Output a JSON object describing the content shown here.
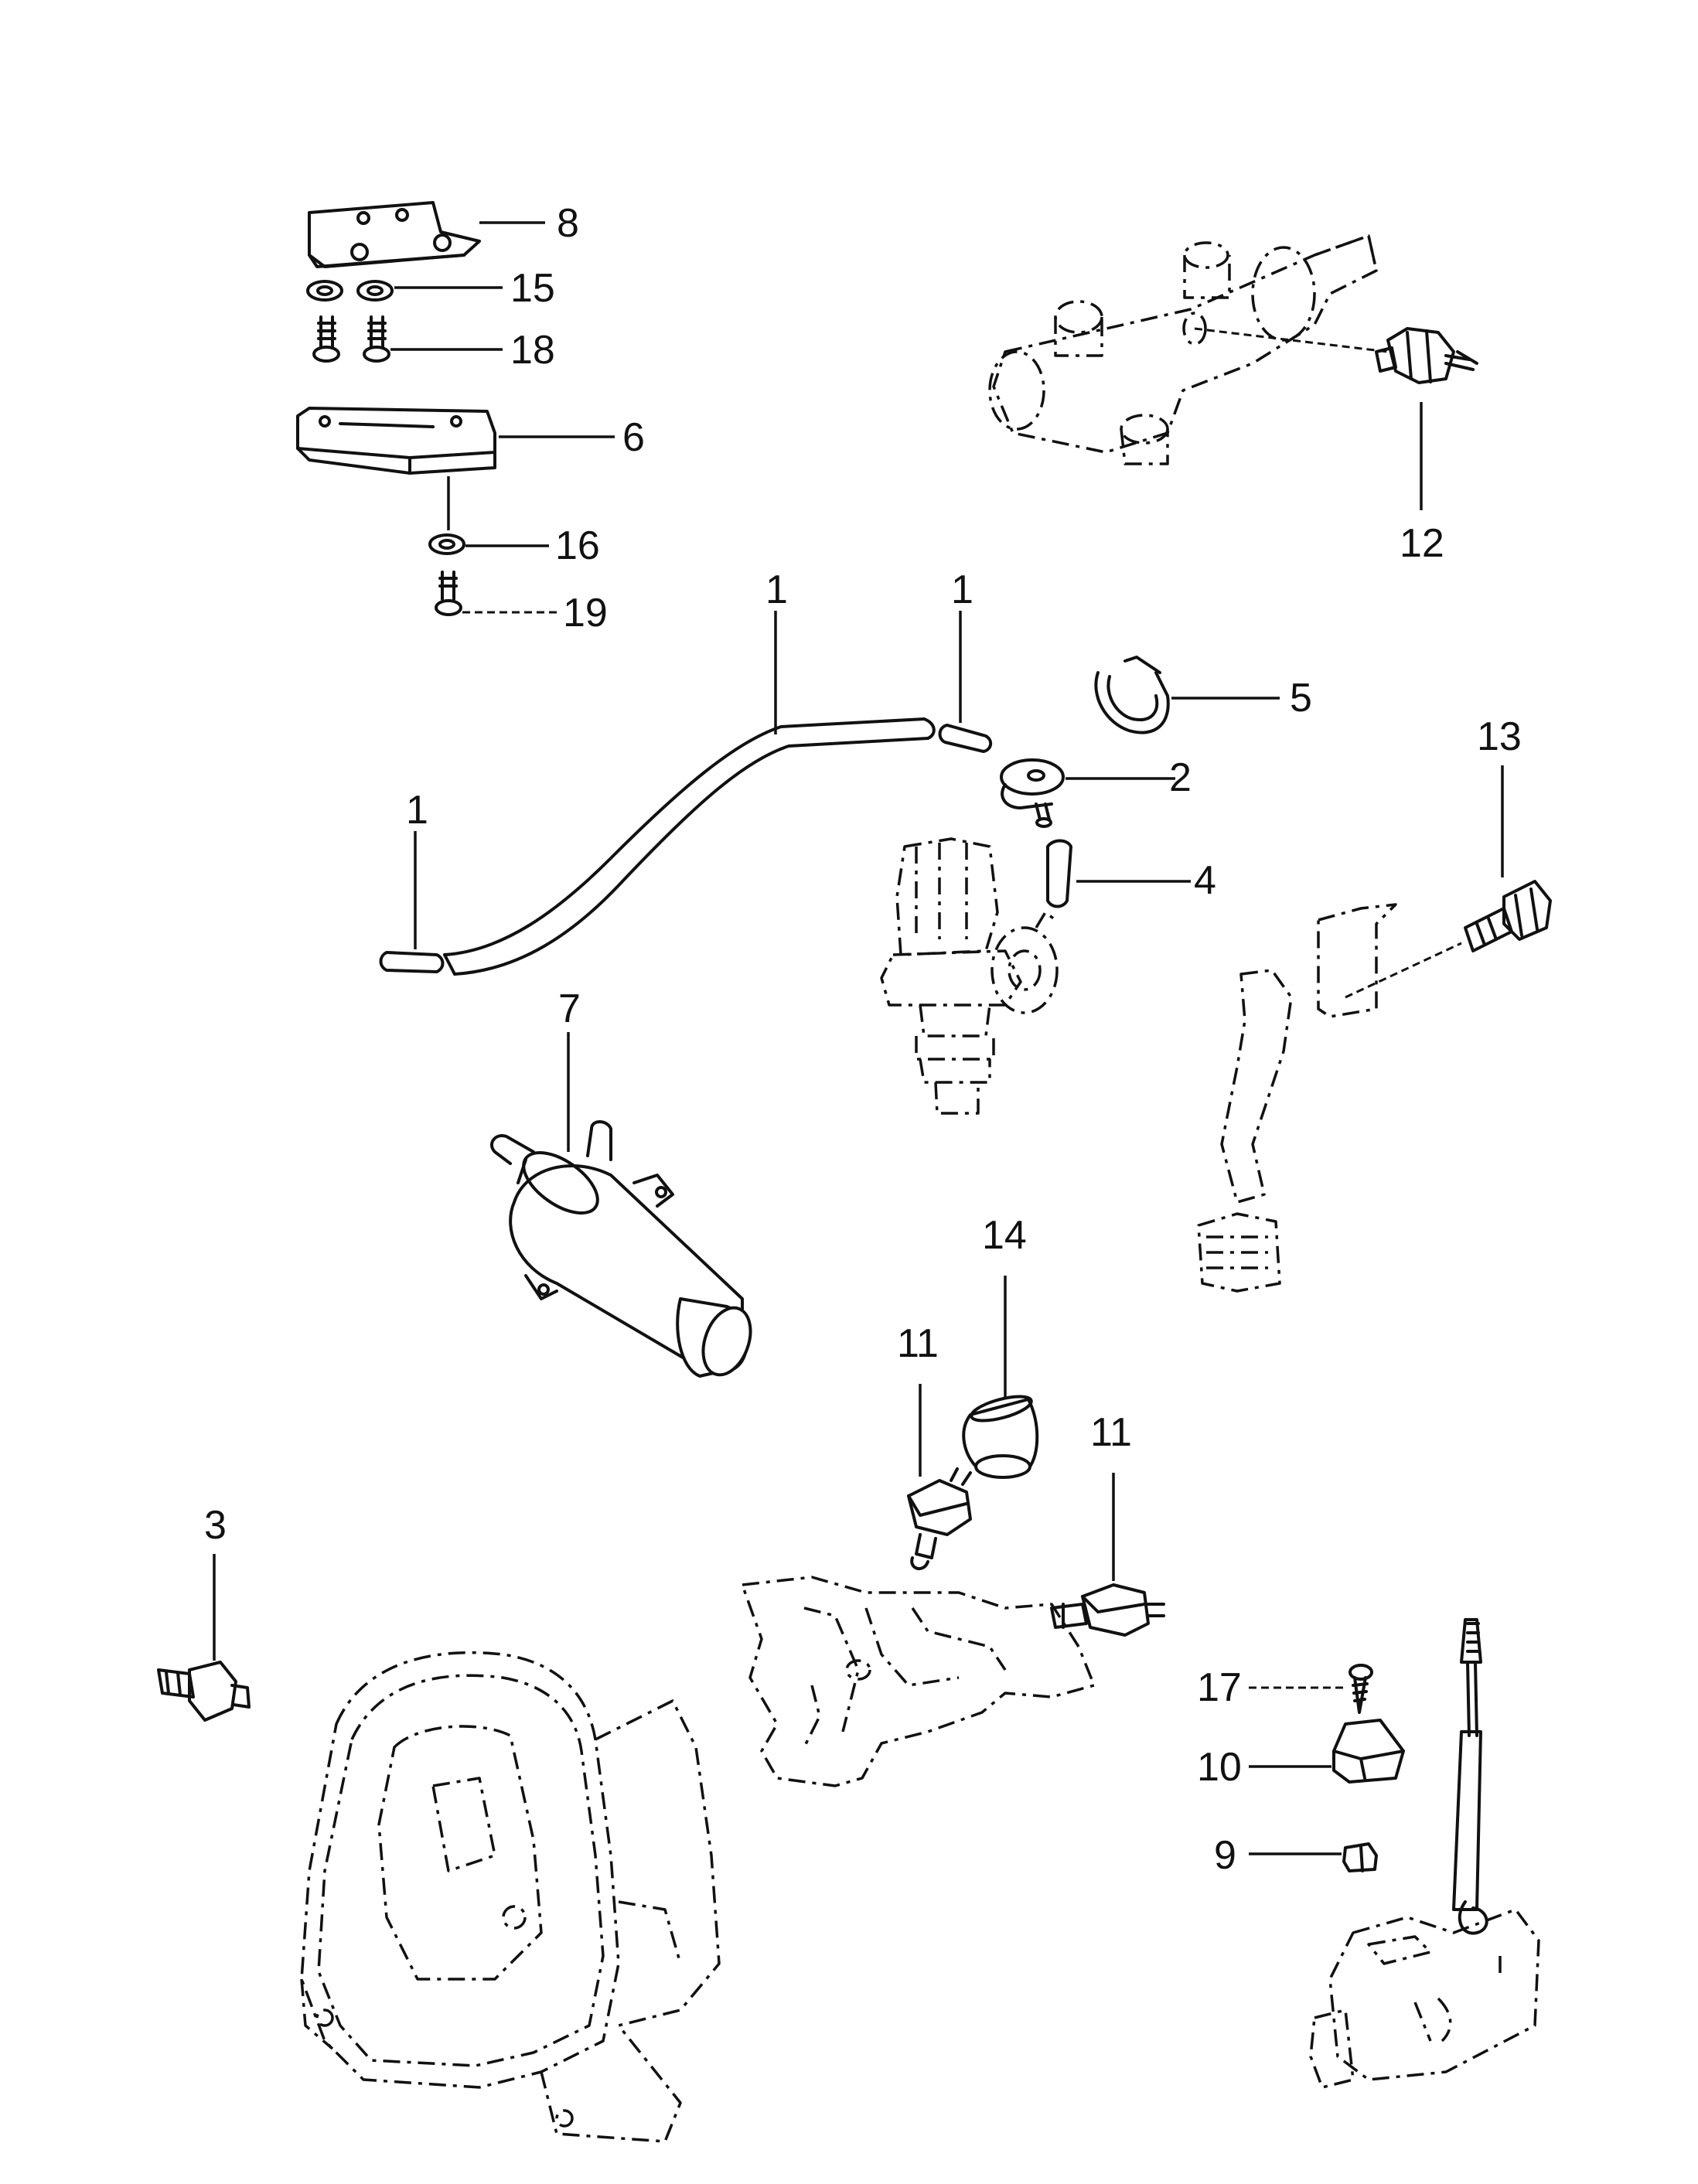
{
  "callouts": [
    {
      "id": "c1a",
      "text": "1"
    },
    {
      "id": "c1b",
      "text": "1"
    },
    {
      "id": "c1c",
      "text": "1"
    },
    {
      "id": "c2",
      "text": "2"
    },
    {
      "id": "c3",
      "text": "3"
    },
    {
      "id": "c4",
      "text": "4"
    },
    {
      "id": "c5",
      "text": "5"
    },
    {
      "id": "c6",
      "text": "6"
    },
    {
      "id": "c7",
      "text": "7"
    },
    {
      "id": "c8",
      "text": "8"
    },
    {
      "id": "c9",
      "text": "9"
    },
    {
      "id": "c10",
      "text": "10"
    },
    {
      "id": "c11a",
      "text": "11"
    },
    {
      "id": "c11b",
      "text": "11"
    },
    {
      "id": "c12",
      "text": "12"
    },
    {
      "id": "c13",
      "text": "13"
    },
    {
      "id": "c14",
      "text": "14"
    },
    {
      "id": "c15",
      "text": "15"
    },
    {
      "id": "c16",
      "text": "16"
    },
    {
      "id": "c17",
      "text": "17"
    },
    {
      "id": "c18",
      "text": "18"
    },
    {
      "id": "c19",
      "text": "19"
    }
  ]
}
